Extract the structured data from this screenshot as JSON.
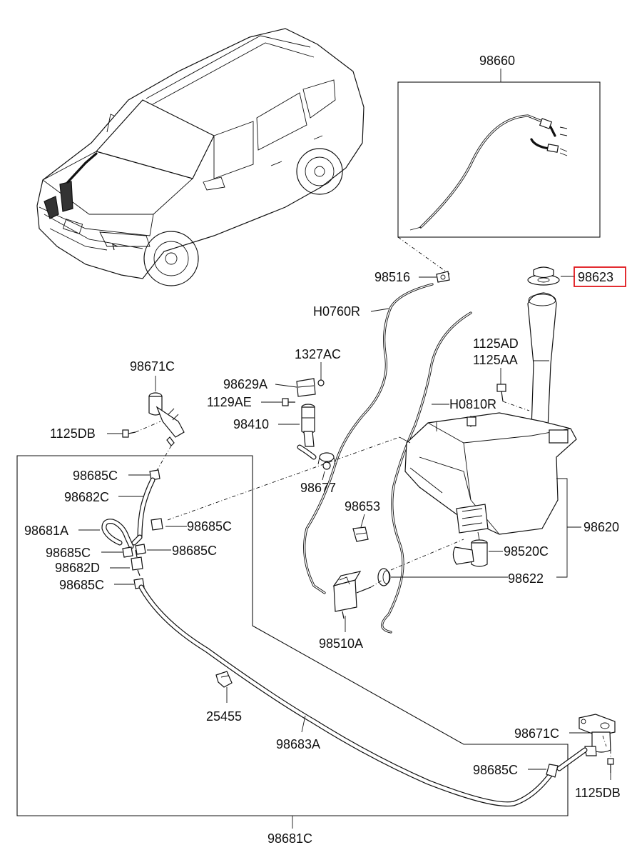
{
  "diagram": {
    "highlight_color": "#e0161b",
    "labels": {
      "kit_98660": "98660",
      "nozzle_98516": "98516",
      "cap_98623": "98623",
      "hose_h0760r": "H0760R",
      "nut_1327ac": "1327AC",
      "bolt_1125ad": "1125AD",
      "bolt_1125aa": "1125AA",
      "nozzle_98671c_left": "98671C",
      "bracket_98629a": "98629A",
      "bolt_1129ae": "1129AE",
      "hose_h0810r": "H0810R",
      "pump_98410": "98410",
      "bolt_1125db_left": "1125DB",
      "clip_98685c_1": "98685C",
      "clamp_98677": "98677",
      "hose_98682c": "98682C",
      "clip_98653": "98653",
      "reservoir_98620": "98620",
      "hose_98681a": "98681A",
      "clip_98685c_2": "98685C",
      "clip_98685c_3": "98685C",
      "clip_98685c_4": "98685C",
      "pump_98520c": "98520C",
      "connector_98682d": "98682D",
      "grommet_98622": "98622",
      "clip_98685c_5": "98685C",
      "pump_98510a": "98510A",
      "clip_25455": "25455",
      "hose_98683a": "98683A",
      "nozzle_98671c_right": "98671C",
      "clip_98685c_6": "98685C",
      "bolt_1125db_right": "1125DB",
      "assembly_98681c": "98681C"
    }
  }
}
